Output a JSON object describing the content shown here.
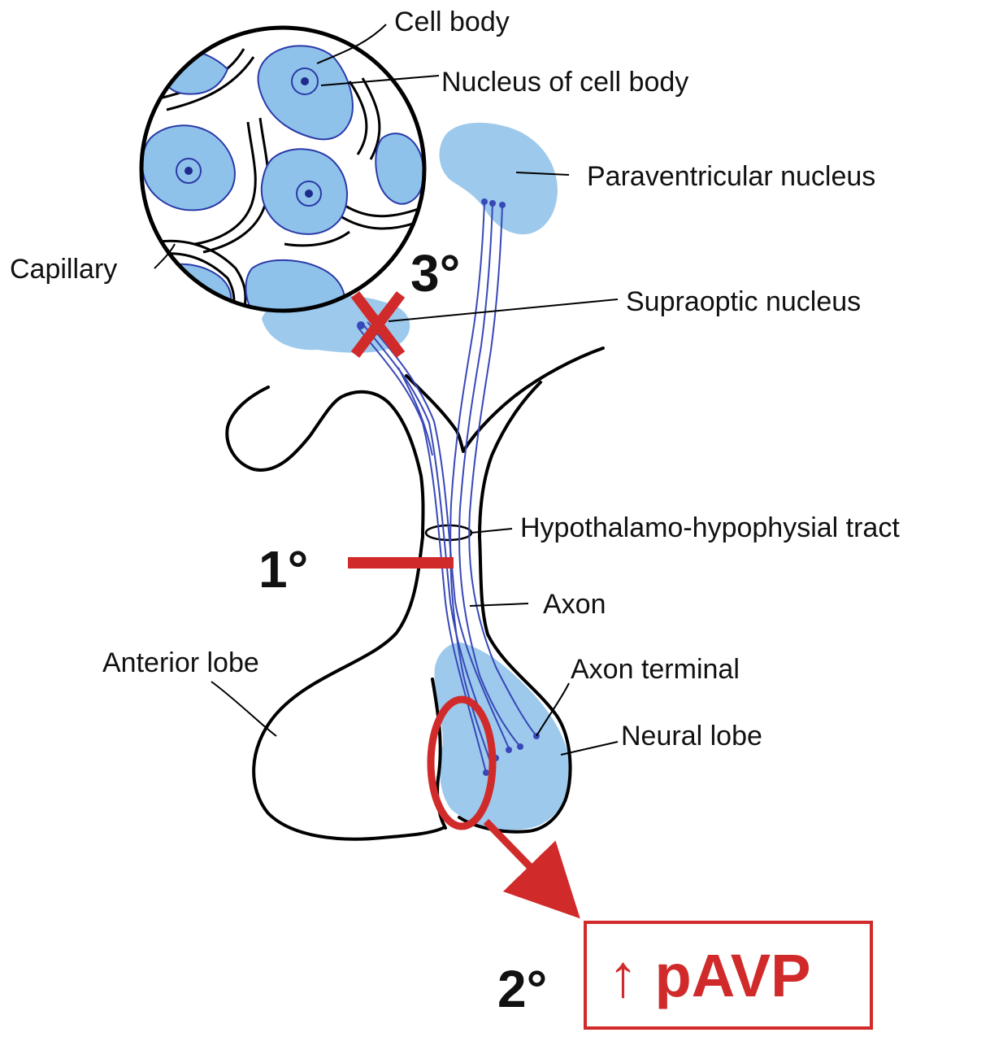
{
  "labels": {
    "cell_body": "Cell body",
    "nucleus_of_cell_body": "Nucleus of cell body",
    "paraventricular_nucleus": "Paraventricular nucleus",
    "capillary": "Capillary",
    "supraoptic_nucleus": "Supraoptic nucleus",
    "hypothalamo_hypophysial_tract": "Hypothalamo-hypophysial tract",
    "axon": "Axon",
    "anterior_lobe": "Anterior lobe",
    "axon_terminal": "Axon terminal",
    "neural_lobe": "Neural lobe"
  },
  "annotations": {
    "primary": "1°",
    "secondary": "2°",
    "tertiary": "3°",
    "result_box": "↑ pAVP"
  },
  "colors": {
    "tissue_blue": "#9cc9ec",
    "fiber_blue": "#3848b8",
    "cell_body_blue": "#8fc2ea",
    "annotation_red": "#d12a2a",
    "outline": "#000000"
  }
}
